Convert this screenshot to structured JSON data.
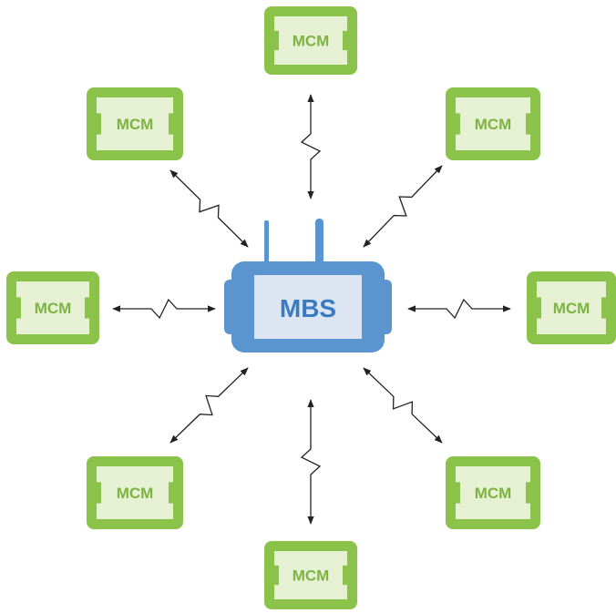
{
  "hub": {
    "label": "MBS",
    "body_color": "#5b95cf",
    "screen_color": "#dde5f2",
    "text_color": "#3a7bc1"
  },
  "nodes": [
    {
      "id": "mcm-top",
      "label": "MCM"
    },
    {
      "id": "mcm-top-right",
      "label": "MCM"
    },
    {
      "id": "mcm-right",
      "label": "MCM"
    },
    {
      "id": "mcm-bottom-right",
      "label": "MCM"
    },
    {
      "id": "mcm-bottom",
      "label": "MCM"
    },
    {
      "id": "mcm-bottom-left",
      "label": "MCM"
    },
    {
      "id": "mcm-left",
      "label": "MCM"
    },
    {
      "id": "mcm-top-left",
      "label": "MCM"
    }
  ],
  "links": [
    {
      "from": "mbs",
      "to": "mcm-top",
      "type": "wireless",
      "direction": "bidirectional"
    },
    {
      "from": "mbs",
      "to": "mcm-top-right",
      "type": "wireless",
      "direction": "bidirectional"
    },
    {
      "from": "mbs",
      "to": "mcm-right",
      "type": "wireless",
      "direction": "bidirectional"
    },
    {
      "from": "mbs",
      "to": "mcm-bottom-right",
      "type": "wireless",
      "direction": "bidirectional"
    },
    {
      "from": "mbs",
      "to": "mcm-bottom",
      "type": "wireless",
      "direction": "bidirectional"
    },
    {
      "from": "mbs",
      "to": "mcm-bottom-left",
      "type": "wireless",
      "direction": "bidirectional"
    },
    {
      "from": "mbs",
      "to": "mcm-left",
      "type": "wireless",
      "direction": "bidirectional"
    },
    {
      "from": "mbs",
      "to": "mcm-top-left",
      "type": "wireless",
      "direction": "bidirectional"
    }
  ],
  "colors": {
    "mcm_outer": "#8bc34a",
    "mcm_inner": "#e6f0d3",
    "mcm_text": "#7cb342",
    "arrow": "#222222",
    "antenna": "#5b95cf"
  }
}
